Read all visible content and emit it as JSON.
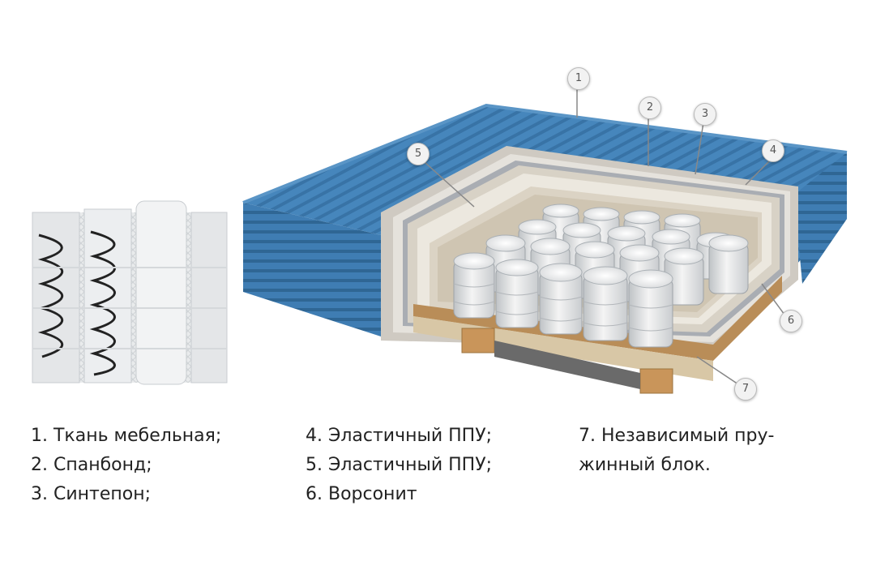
{
  "callouts": [
    "1",
    "2",
    "3",
    "4",
    "5",
    "6",
    "7"
  ],
  "legend": {
    "col1": [
      "1. Ткань мебельная;",
      "2. Спанбонд;",
      "3. Синтепон;"
    ],
    "col2": [
      "4. Эластичный ППУ;",
      "5. Эластичный ППУ;",
      "6. Ворсонит"
    ],
    "col3": [
      "7. Независимый пру-",
      "жинный блок."
    ]
  },
  "colors": {
    "fabric": "#3f7fb4",
    "fabric_dark": "#2c5f8c",
    "foam": "#dcd6cc",
    "wood": "#c49a63",
    "spring": "#e8e8e8"
  }
}
